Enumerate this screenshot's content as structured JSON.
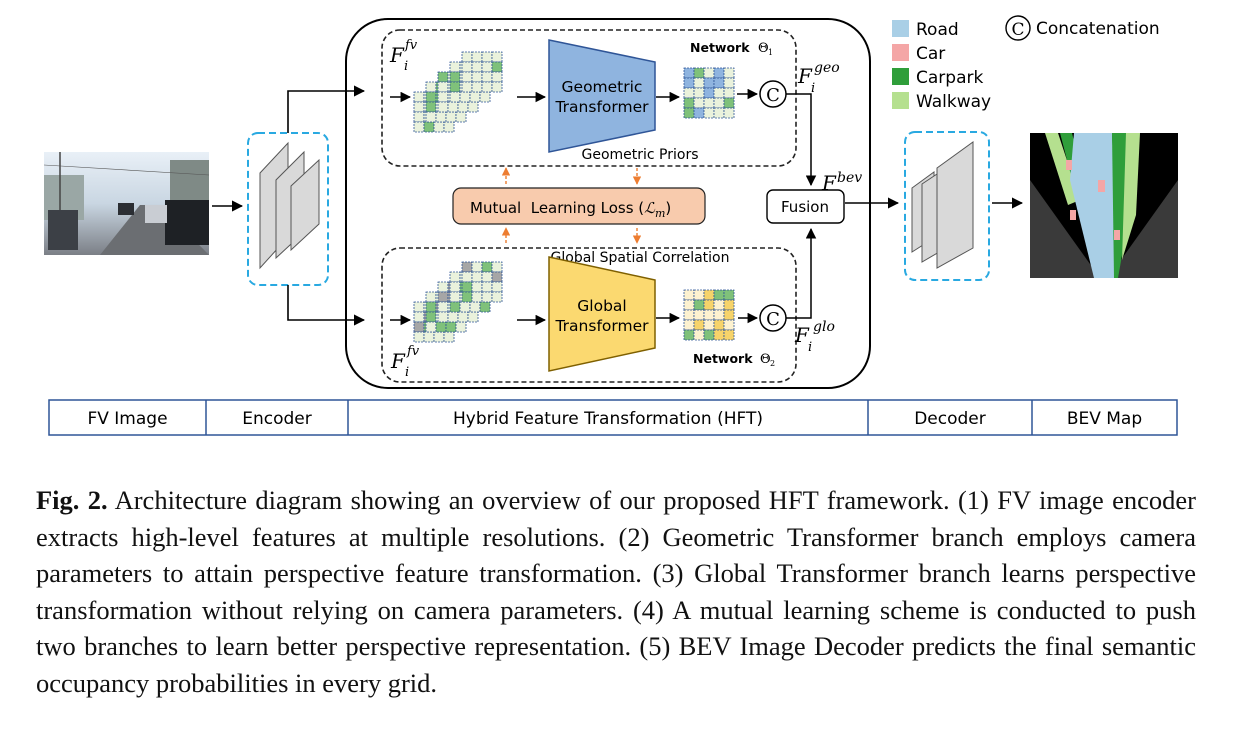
{
  "legend": {
    "items": [
      {
        "label": "Road",
        "color": "#a9cfe6"
      },
      {
        "label": "Car",
        "color": "#f4a6a6"
      },
      {
        "label": "Carpark",
        "color": "#2f9e3a"
      },
      {
        "label": "Walkway",
        "color": "#b5e08f"
      }
    ],
    "concat_symbol": "C",
    "concat_label": "Concatenation"
  },
  "geometric_branch": {
    "input_label": "F",
    "input_sup": "fv",
    "input_sub": "i",
    "transformer_line1": "Geometric",
    "transformer_line2": "Transformer",
    "network_label": "Network",
    "network_theta": "Θ",
    "network_sub": "1",
    "output_label": "F",
    "output_sup": "geo",
    "output_sub": "i",
    "caption": "Geometric Priors"
  },
  "global_branch": {
    "input_label": "F",
    "input_sup": "fv",
    "input_sub": "i",
    "transformer_line1": "Global",
    "transformer_line2": "Transformer",
    "network_label": "Network",
    "network_theta": "Θ",
    "network_sub": "2",
    "output_label": "F",
    "output_sup": "glo",
    "output_sub": "i",
    "caption": "Global Spatial Correlation"
  },
  "mutual_loss": {
    "text": "Mutual  Learning Loss (",
    "symbol": "ℒ",
    "sub": "m",
    "close": ")"
  },
  "fusion": {
    "label": "Fusion",
    "output_label": "F",
    "output_sup": "bev"
  },
  "stages": [
    "FV Image",
    "Encoder",
    "Hybrid Feature Transformation (HFT)",
    "Decoder",
    "BEV  Map"
  ],
  "caption": {
    "fig_label": "Fig. 2.",
    "text": "Architecture diagram showing an overview of our proposed HFT framework. (1) FV image encoder extracts high-level features at multiple resolutions. (2) Geometric Transformer branch employs camera parameters to attain perspective feature transformation. (3) Global Transformer branch learns perspective transformation without relying on camera parameters. (4) A mutual learning scheme is conducted to push two branches to learn better perspective representation. (5) BEV Image Decoder predicts the final semantic occupancy probabilities in every grid."
  },
  "colors": {
    "geometric_transformer": "#8fb4df",
    "global_transformer": "#fbd970",
    "mutual_loss_fill": "#f8cbad",
    "dashed_accent": "#29a9e1",
    "orange_arrow": "#ed7d31",
    "stage_border": "#2f5597"
  }
}
